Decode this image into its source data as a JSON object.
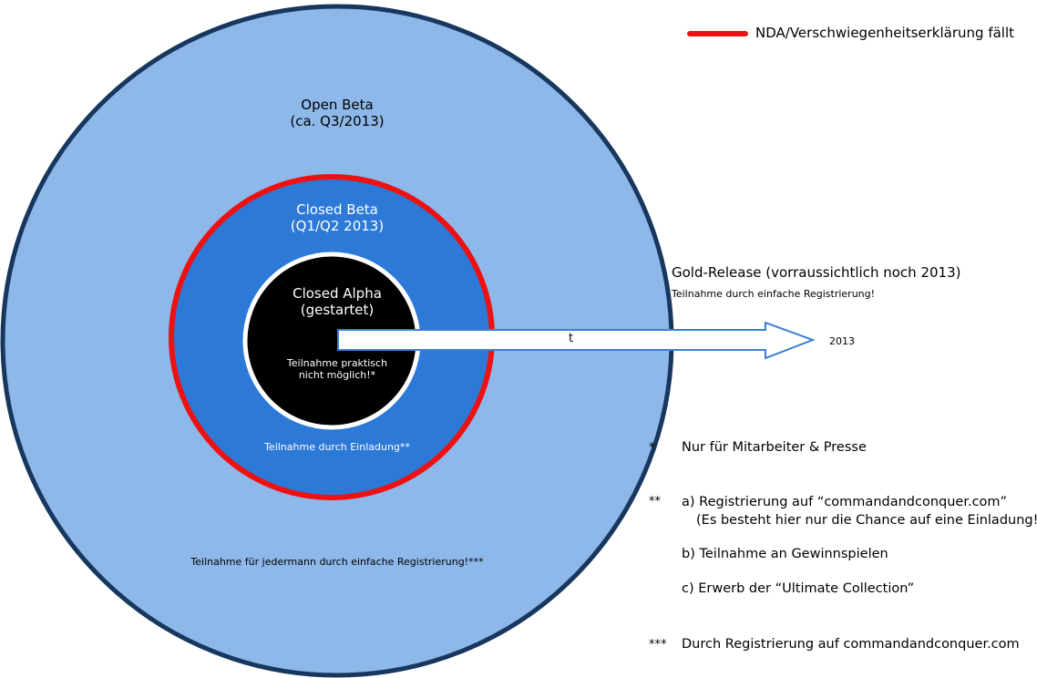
{
  "colors": {
    "outer_fill": "#8eb8ea",
    "outer_border": "#17375e",
    "middle_fill": "#2c79d8",
    "nda_border": "#ee1111",
    "inner_fill": "#000000",
    "inner_border": "#ffffff",
    "arrow_fill": "#ffffff",
    "arrow_border": "#3d7fd6"
  },
  "legend": {
    "label": "NDA/Verschwiegenheitserklärung fällt"
  },
  "open_beta": {
    "title": "Open Beta",
    "date": "(ca. Q3/2013)",
    "participation": "Teilnahme für jedermann durch einfache Registrierung!***"
  },
  "closed_beta": {
    "title": "Closed Beta",
    "date": "(Q1/Q2 2013)",
    "participation": "Teilnahme durch Einladung**"
  },
  "closed_alpha": {
    "title": "Closed Alpha",
    "status": "(gestartet)",
    "participation_line1": "Teilnahme praktisch",
    "participation_line2": "nicht möglich!*"
  },
  "timeline": {
    "axis_label": "t",
    "year": "2013"
  },
  "gold_release": {
    "title": "Gold-Release (vorraussichtlich noch 2013)",
    "participation": "Teilnahme durch einfache Registrierung!"
  },
  "footnotes": {
    "one": {
      "marker": "*",
      "text": "Nur für Mitarbeiter & Presse"
    },
    "two": {
      "marker": "**",
      "a_line1": "a) Registrierung auf “commandandconquer.com”",
      "a_line2": "(Es besteht hier nur die Chance auf eine Einladung!)",
      "b": "b) Teilnahme an Gewinnspielen",
      "c": "c) Erwerb der “Ultimate Collection”"
    },
    "three": {
      "marker": "***",
      "text": "Durch Registrierung auf commandandconquer.com"
    }
  }
}
